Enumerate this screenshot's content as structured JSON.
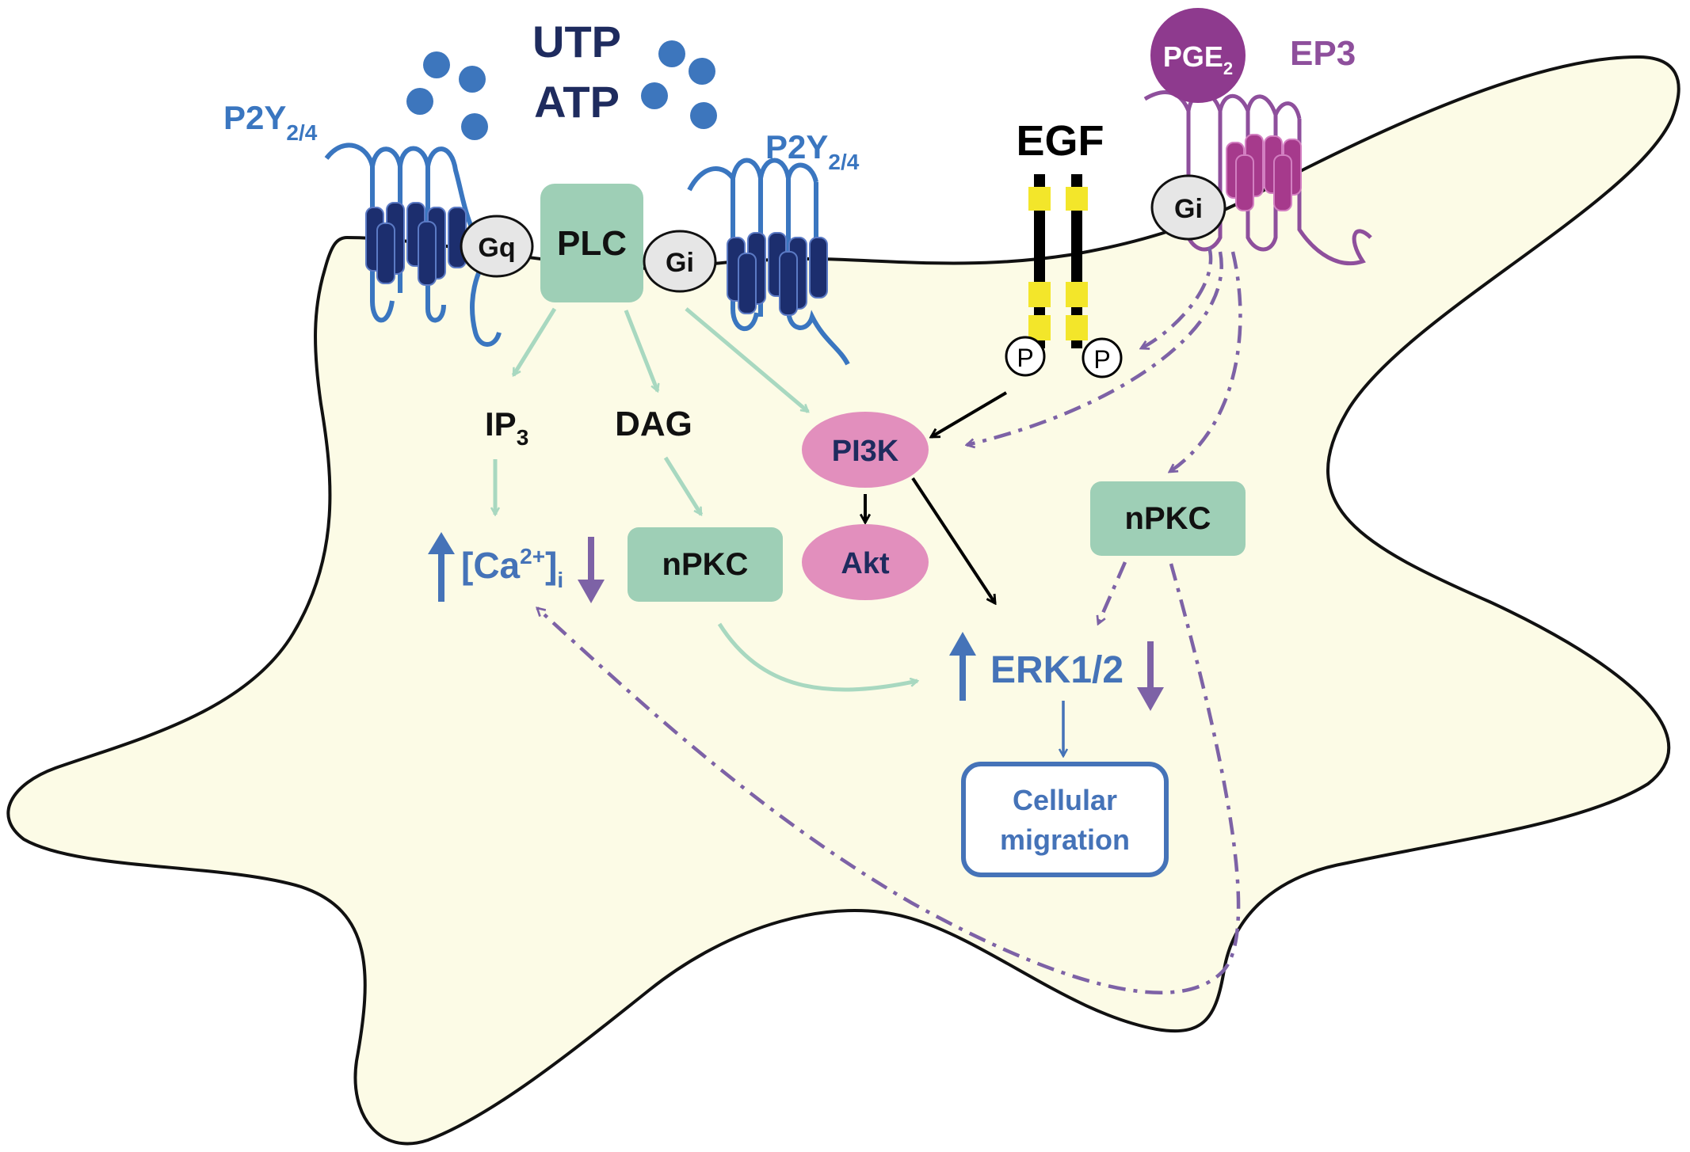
{
  "colors": {
    "cell_fill": "#fcfbe6",
    "cell_stroke": "#111111",
    "p2y_blue": "#3a76c0",
    "p2y_dark": "#1c2e6e",
    "ligand_dot": "#3d76bd",
    "navy_text": "#1e2b5e",
    "teal_box": "#9ecfb6",
    "green_arrow": "#a8d8c0",
    "pink_oval": "#e28fbd",
    "purple_ep3": "#8e4f9c",
    "purple_dash": "#7d62a6",
    "magenta_helix": "#a63a8c",
    "gprotein_fill": "#e6e6e6",
    "egf_yellow": "#f3e62a",
    "black": "#000000",
    "blue_text": "#4573b8"
  },
  "ligands": {
    "utp": "UTP",
    "atp": "ATP"
  },
  "receptors": {
    "p2y_left_main": "P2Y",
    "p2y_left_sub": "2/4",
    "p2y_right_main": "P2Y",
    "p2y_right_sub": "2/4",
    "egf": "EGF",
    "pge_main": "PGE",
    "pge_sub": "2",
    "ep3": "EP3"
  },
  "g_proteins": {
    "gq": "Gq",
    "gi_left": "Gi",
    "gi_right": "Gi"
  },
  "nodes": {
    "plc": "PLC",
    "ip3_main": "IP",
    "ip3_sub": "3",
    "dag": "DAG",
    "pi3k": "PI3K",
    "akt": "Akt",
    "npkc_left": "nPKC",
    "npkc_right": "nPKC",
    "ca_open": "[Ca",
    "ca_sup": "2+",
    "ca_close": "]",
    "ca_sub": "i",
    "erk": "ERK1/2",
    "migration_line1": "Cellular",
    "migration_line2": "migration",
    "phospho_left": "P",
    "phospho_right": "P"
  }
}
